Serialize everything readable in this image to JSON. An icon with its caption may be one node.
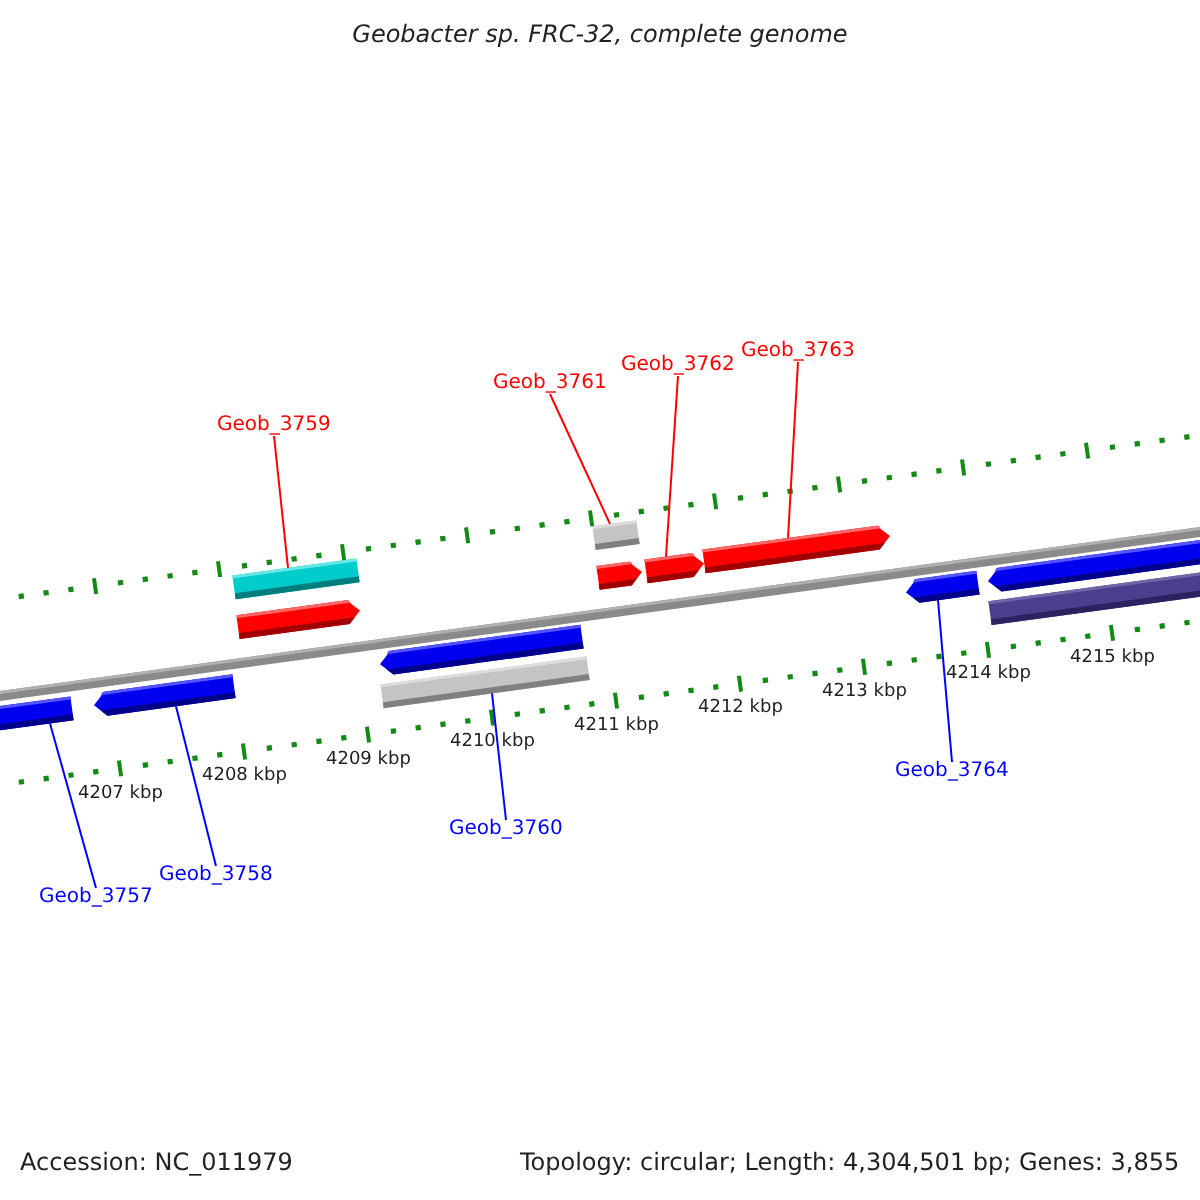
{
  "diagram": {
    "title": "Geobacter sp. FRC-32, complete genome",
    "nodes": [
      {
        "text": [],
        "shape": "arrow"
      },
      {
        "text": [],
        "shape": "arrow"
      },
      {
        "text": [],
        "shape": "bar"
      },
      {
        "text": [],
        "shape": "arrow"
      },
      {
        "text": [],
        "shape": "arrow"
      },
      {
        "text": [],
        "shape": "bar"
      },
      {
        "text": [],
        "shape": "bar"
      },
      {
        "text": [],
        "shape": "arrow"
      },
      {
        "text": [],
        "shape": "arrow"
      },
      {
        "text": [],
        "shape": "arrow"
      },
      {
        "text": [],
        "shape": "arrow"
      },
      {
        "text": [],
        "shape": "arrow"
      },
      {
        "text": [],
        "shape": "bar"
      },
      {
        "text": [
          "Geob_3759"
        ]
      },
      {
        "text": [
          "Geob_3761"
        ]
      },
      {
        "text": [
          "Geob_3762"
        ]
      },
      {
        "text": [
          "Geob_3763"
        ]
      },
      {
        "text": [
          "Geob_3757"
        ]
      },
      {
        "text": [
          "Geob_3758"
        ]
      },
      {
        "text": [
          "Geob_3760"
        ]
      },
      {
        "text": [
          "Geob_3764"
        ]
      }
    ],
    "edges": [
      {
        "from": 13,
        "to": 2,
        "arrow": "none",
        "color": "#ff0000"
      },
      {
        "from": 14,
        "to": 6,
        "arrow": "none",
        "color": "#ff0000"
      },
      {
        "from": 15,
        "to": 8,
        "arrow": "none",
        "color": "#ff0000"
      },
      {
        "from": 16,
        "to": 9,
        "arrow": "none",
        "color": "#ff0000"
      },
      {
        "from": 17,
        "to": 0,
        "arrow": "none",
        "color": "#0000ff"
      },
      {
        "from": 18,
        "to": 1,
        "arrow": "none",
        "color": "#0000ff"
      },
      {
        "from": 19,
        "to": 5,
        "arrow": "none",
        "color": "#0000ff"
      },
      {
        "from": 20,
        "to": 10,
        "arrow": "none",
        "color": "#0000ff"
      }
    ],
    "labels": [
      "4207 kbp",
      "4208 kbp",
      "4209 kbp",
      "4210 kbp",
      "4211 kbp",
      "4212 kbp",
      "4213 kbp",
      "4214 kbp",
      "4215 kbp",
      "Accession: NC_011979",
      "Topology: circular; Length: 4,304,501 bp; Genes: 3,855"
    ]
  }
}
